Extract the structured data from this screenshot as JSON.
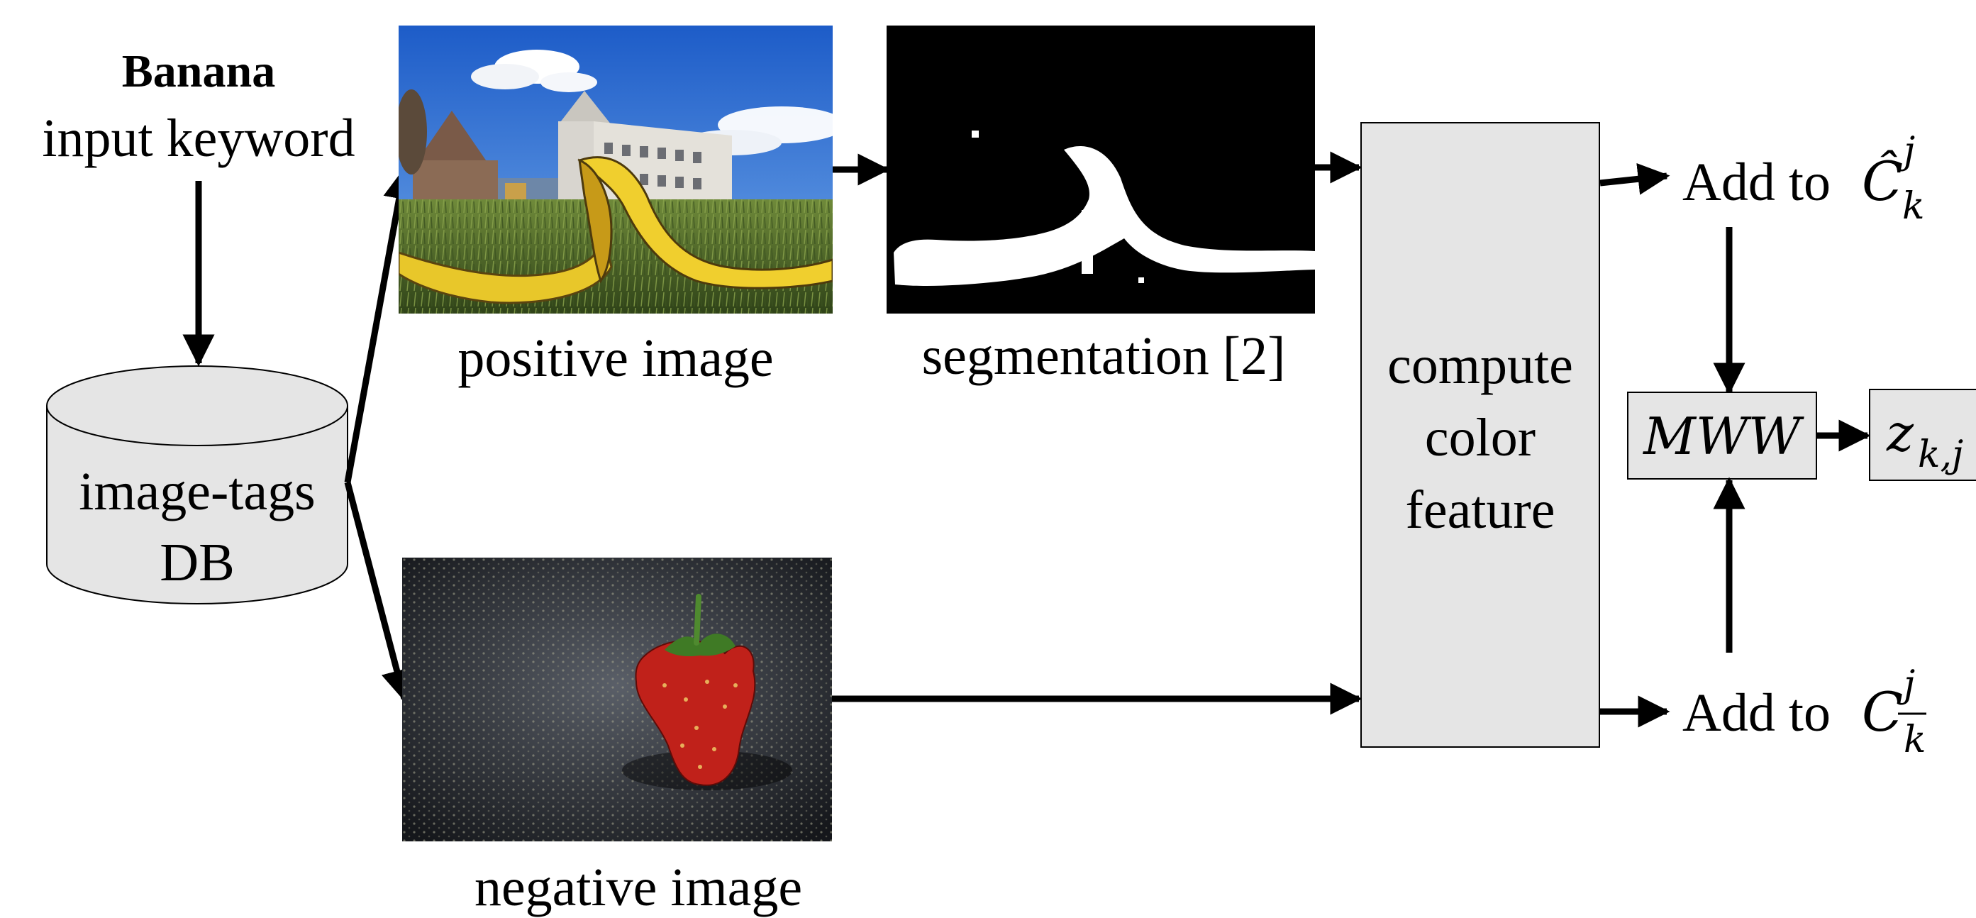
{
  "keyword": {
    "value": "Banana",
    "caption": "input keyword"
  },
  "database": {
    "line1": "image-tags",
    "line2": "DB"
  },
  "positive_image": {
    "caption": "positive image"
  },
  "segmentation": {
    "caption": "segmentation [2]"
  },
  "negative_image": {
    "caption": "negative image"
  },
  "feature_box": {
    "line1": "compute",
    "line2": "color",
    "line3": "feature"
  },
  "add_top": {
    "prefix": "Add to ",
    "symbol": "Ĉ",
    "sup": "j",
    "sub": "k"
  },
  "add_bottom": {
    "prefix": "Add to ",
    "symbol": "C",
    "sup": "j",
    "sub": "k"
  },
  "mww": {
    "label": "MWW"
  },
  "output": {
    "symbol": "z",
    "sub": "k,j"
  },
  "colors": {
    "box_fill": "#e5e5e5",
    "stroke": "#000000",
    "sky": "#2f6fd0",
    "grass": "#4f6a2a",
    "banana": "#e8c72a",
    "carpet": "#3b3f47",
    "strawberry": "#c0211a"
  }
}
